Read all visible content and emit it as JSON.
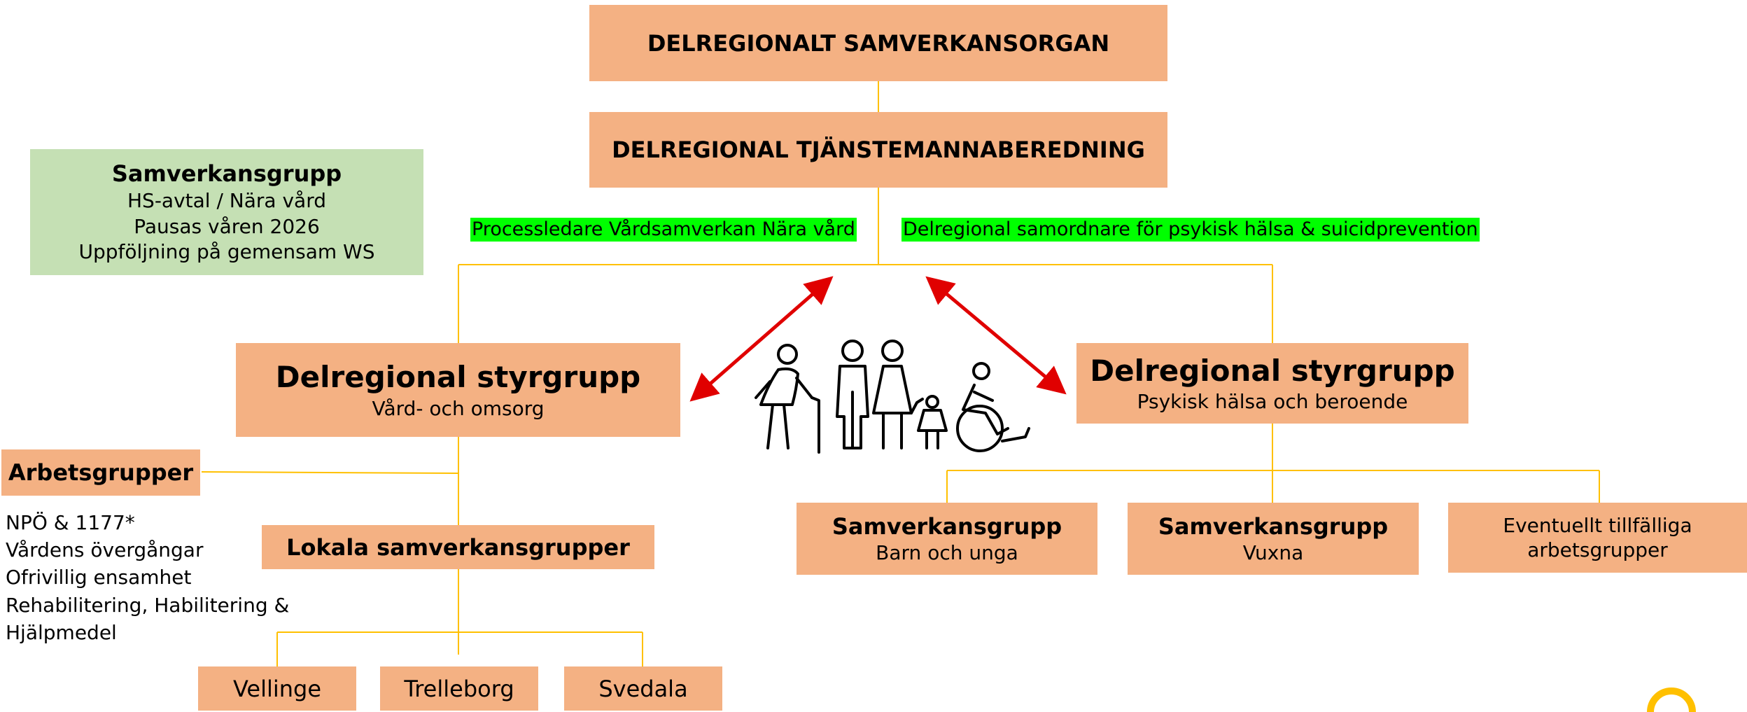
{
  "top": {
    "organ": "DELREGIONALT SAMVERKANSORGAN",
    "beredning": "DELREGIONAL TJÄNSTEMANNABEREDNING"
  },
  "side_group": {
    "title": "Samverkansgrupp",
    "lines": [
      "HS-avtal / Nära vård",
      "Pausas våren 2026",
      "Uppföljning på gemensam WS"
    ]
  },
  "highlights": {
    "left": "Processledare Vårdsamverkan Nära vård",
    "right": "Delregional samordnare för psykisk hälsa & suicidprevention"
  },
  "left_branch": {
    "title": "Delregional styrgrupp",
    "subtitle": "Vård- och omsorg",
    "arbetsgrupper": "Arbetsgrupper",
    "work_items": [
      "NPÖ & 1177*",
      "Vårdens övergångar",
      "Ofrivillig ensamhet",
      "Rehabilitering, Habilitering &",
      "Hjälpmedel"
    ],
    "lokala": "Lokala samverkansgrupper",
    "municipalities": [
      "Vellinge",
      "Trelleborg",
      "Svedala"
    ]
  },
  "right_branch": {
    "title": "Delregional styrgrupp",
    "subtitle": "Psykisk hälsa och beroende",
    "groups": [
      {
        "title": "Samverkansgrupp",
        "subtitle": "Barn och unga"
      },
      {
        "title": "Samverkansgrupp",
        "subtitle": "Vuxna"
      }
    ],
    "temporary": [
      "Eventuellt tillfälliga",
      "arbetsgrupper"
    ]
  },
  "colors": {
    "box": "#f4b183",
    "green_box": "#c5e0b4",
    "highlight": "#00ff00",
    "connector": "#ffc000",
    "arrow": "#e00000"
  },
  "icons": [
    "elderly-person-icon",
    "family-icon",
    "wheelchair-user-icon"
  ]
}
